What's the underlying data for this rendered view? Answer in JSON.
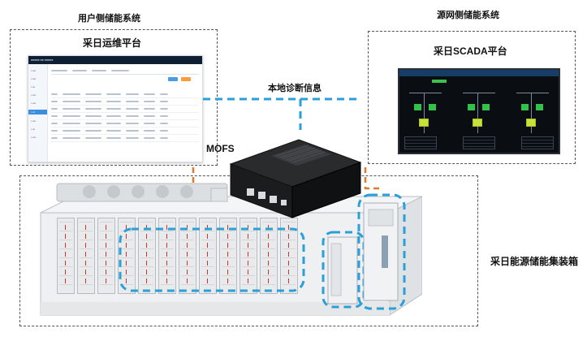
{
  "user_side": {
    "title": "用户侧储能系统",
    "subtitle": "采日运维平台"
  },
  "grid_side": {
    "title": "源网侧储能系统",
    "subtitle": "采日SCADA平台"
  },
  "local_diagnosis": "本地诊断信息",
  "device": {
    "name": "MOFS"
  },
  "container": {
    "label": "采日能源储能集装箱"
  },
  "colors": {
    "link_blue": "#2a9fd8",
    "link_orange": "#e07a2a",
    "box_border": "#555555"
  }
}
